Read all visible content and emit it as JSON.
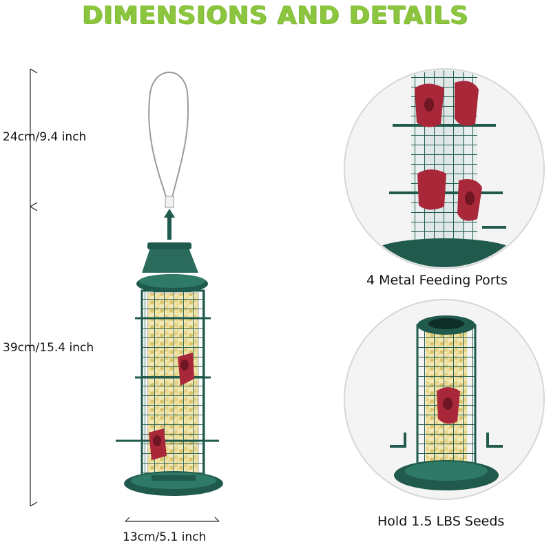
{
  "title": "DIMENSIONS AND DETAILS",
  "dimensions": {
    "hanger_height": "24cm/9.4 inch",
    "body_height": "39cm/15.4 inch",
    "base_width": "13cm/5.1 inch"
  },
  "captions": {
    "ports": "4 Metal Feeding Ports",
    "seeds": "Hold 1.5 LBS Seeds"
  },
  "colors": {
    "title": "#8cc63f",
    "feeder_green": "#1f5a4c",
    "port_red": "#a8283a",
    "seed": "#e6d488"
  },
  "icons": {
    "main": "bird-feeder-illustration",
    "detail_top": "feeding-ports-closeup",
    "detail_bottom": "seed-tube-closeup"
  }
}
